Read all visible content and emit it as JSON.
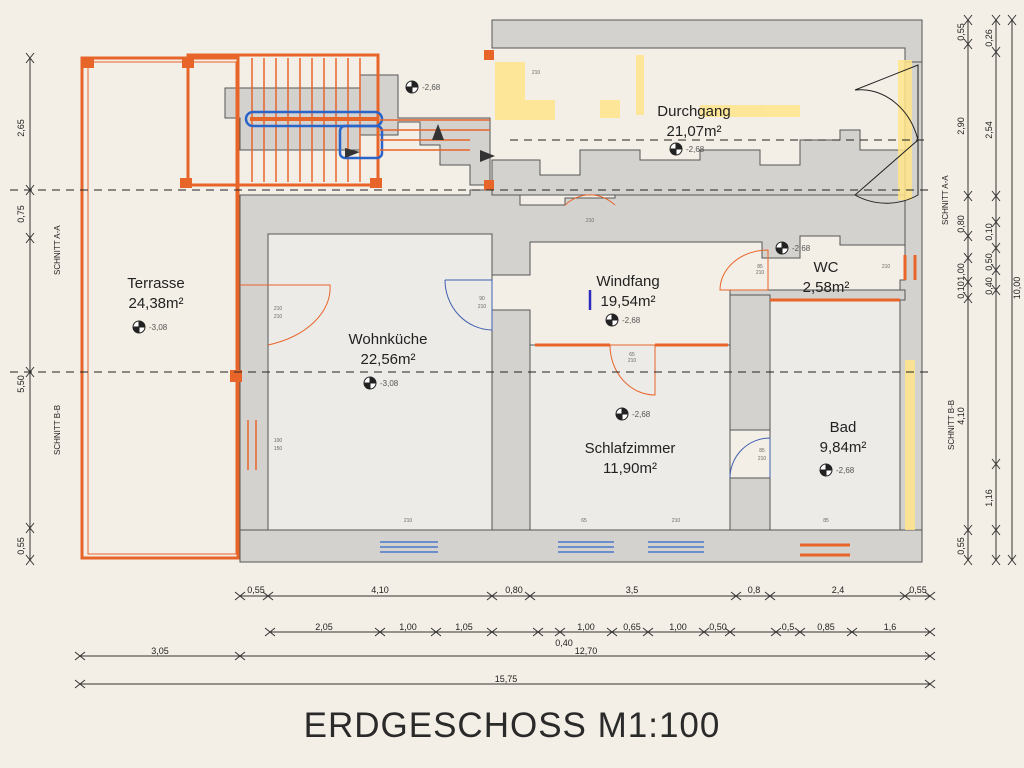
{
  "title": "ERDGESCHOSS M1:100",
  "rooms": [
    {
      "id": "durchgang",
      "name": "Durchgang",
      "area": "21,07m²",
      "level": "-2,68"
    },
    {
      "id": "terrasse",
      "name": "Terrasse",
      "area": "24,38m²",
      "level": "-3,08"
    },
    {
      "id": "wohnkueche",
      "name": "Wohnküche",
      "area": "22,56m²",
      "level": "-3,08"
    },
    {
      "id": "windfang",
      "name": "Windfang",
      "area": "19,54m²",
      "level": "-2,68"
    },
    {
      "id": "wc",
      "name": "WC",
      "area": "2,58m²",
      "level": "-2,68"
    },
    {
      "id": "schlafzimmer",
      "name": "Schlafzimmer",
      "area": "11,90m²",
      "level": "-2,68"
    },
    {
      "id": "bad",
      "name": "Bad",
      "area": "9,84m²",
      "level": "-2,68"
    }
  ],
  "stair_level": "-2,68",
  "sections": {
    "a": "SCHNITT A-A",
    "b": "SCHNITT B-B"
  },
  "dims_row1": [
    "0,55",
    "4,10",
    "0,80",
    "3,5",
    "0,8",
    "2,4",
    "0,55"
  ],
  "dims_row2": [
    "2,05",
    "1,00",
    "1,05",
    "1,00",
    "0,65",
    "1,00",
    "0,50",
    "0,5",
    "0,85",
    "1,6"
  ],
  "dims_row2_sub": [
    "0,40"
  ],
  "dims_row3": [
    "3,05",
    "12,70"
  ],
  "dims_row4": [
    "15,75"
  ],
  "dims_left": [
    "2,65",
    "0,75",
    "5,50",
    "0,55"
  ],
  "dims_right_inner": [
    "0,26",
    "2,54",
    "0,10",
    "0,50",
    "0,40",
    "1,16"
  ],
  "dims_right_outer": [
    "0,55",
    "2,90",
    "0,80",
    "1,00",
    "0,10",
    "4,10",
    "0,55"
  ],
  "dims_right_total": [
    "10,00"
  ],
  "wall_labels": [
    "210",
    "210",
    "100",
    "150",
    "90",
    "210",
    "65",
    "210",
    "85",
    "210",
    "210",
    "210",
    "85",
    "210",
    "65",
    "210",
    "85",
    "210",
    "210"
  ]
}
